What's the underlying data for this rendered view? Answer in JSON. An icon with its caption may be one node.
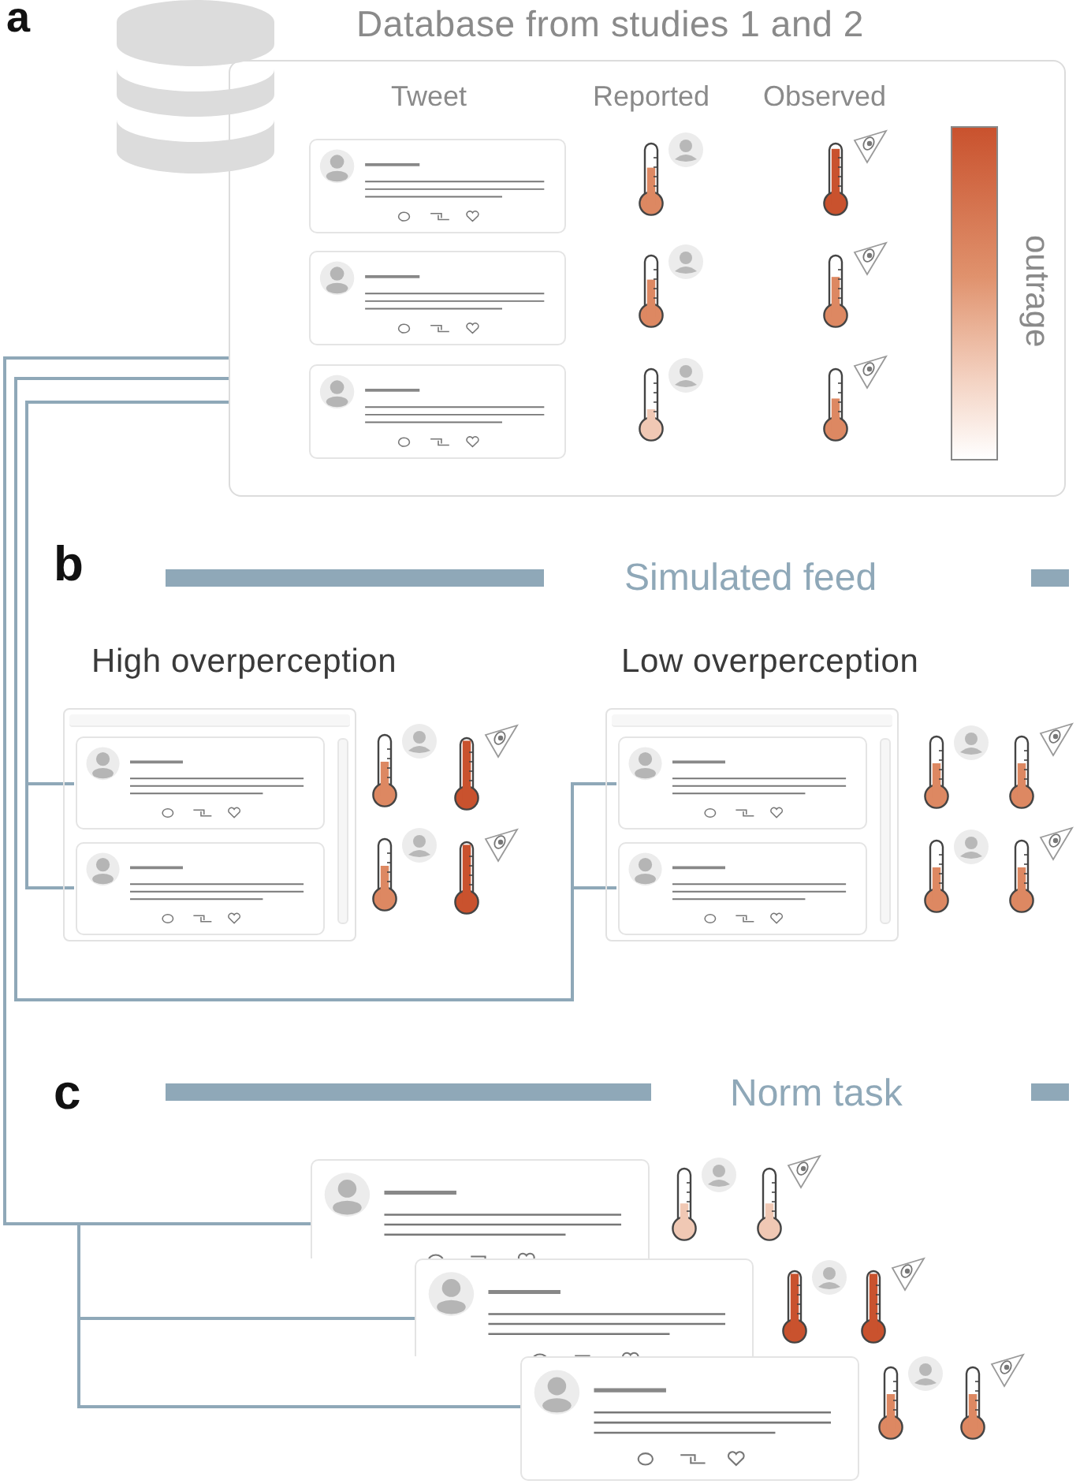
{
  "diagram": {
    "nodes": [
      {
        "text": [],
        "shape": "cylinder"
      },
      {
        "text": [
          "Database from studies 1 and 2"
        ]
      },
      {
        "text": [],
        "shape": "box",
        "in": 1
      },
      {
        "text": [],
        "shape": "box",
        "in": 1
      },
      {
        "text": [],
        "shape": "box",
        "in": 1
      },
      {
        "text": [],
        "shape": "bar",
        "in": 1,
        "beside": [
          "outrage"
        ]
      },
      {
        "text": [
          "High overperception"
        ]
      },
      {
        "text": [],
        "shape": "box",
        "in": 6
      },
      {
        "text": [],
        "shape": "box",
        "in": 6
      },
      {
        "text": [
          "Low overperception"
        ]
      },
      {
        "text": [],
        "shape": "box",
        "in": 9
      },
      {
        "text": [],
        "shape": "box",
        "in": 9
      },
      {
        "text": [],
        "shape": "box"
      },
      {
        "text": [],
        "shape": "box"
      },
      {
        "text": [],
        "shape": "box"
      }
    ],
    "edges": [
      {
        "from": 1,
        "to": 12,
        "arrow": "none"
      },
      {
        "from": 1,
        "to": 13,
        "arrow": "none"
      },
      {
        "from": 1,
        "to": 14,
        "arrow": "none"
      },
      {
        "from": 1,
        "to": 10,
        "arrow": "none"
      },
      {
        "from": 1,
        "to": 11,
        "arrow": "none"
      },
      {
        "from": 1,
        "to": 7,
        "arrow": "none"
      },
      {
        "from": 1,
        "to": 8,
        "arrow": "none"
      }
    ],
    "labels": [
      "a",
      "Tweet",
      "Reported",
      "Observed",
      "b",
      "Simulated feed",
      "c",
      "Norm task"
    ]
  }
}
